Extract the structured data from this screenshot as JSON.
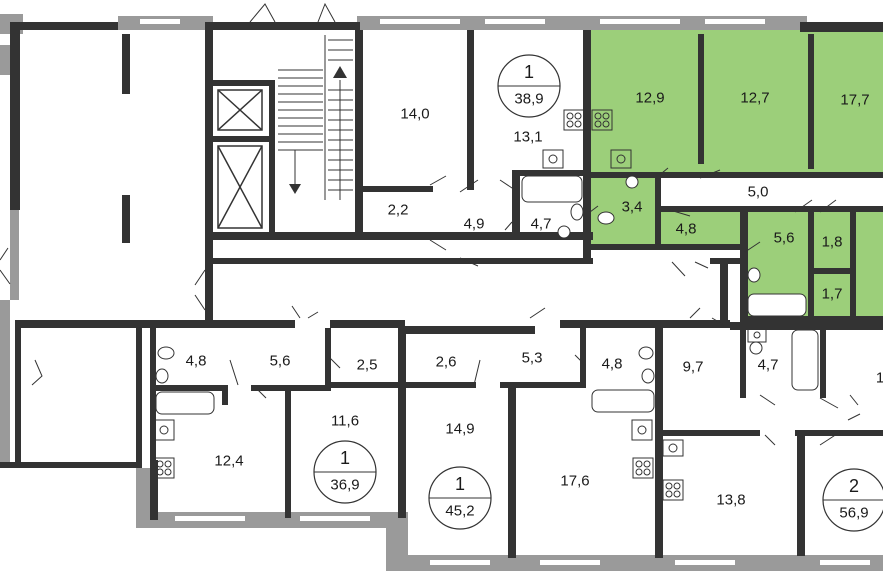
{
  "colors": {
    "wall": "#333333",
    "window": "#9a9a9a",
    "highlight": "#9ccf7a",
    "background": "#ffffff"
  },
  "rooms": {
    "a1": "12,9",
    "a2": "12,7",
    "a3": "17,7",
    "a4": "5,0",
    "a5": "3,4",
    "a6": "4,8",
    "a7": "5,6",
    "a8": "1,8",
    "a9": "1,7",
    "b1": "14,0",
    "b2": "13,1",
    "b3": "2,2",
    "b4": "4,9",
    "b5": "4,7",
    "c1": "4,8",
    "c2": "5,6",
    "c3": "2,5",
    "c4": "12,4",
    "c5": "11,6",
    "d1": "2,6",
    "d2": "5,3",
    "d3": "4,8",
    "d4": "14,9",
    "d5": "17,6",
    "e1": "9,7",
    "e2": "4,7",
    "e3": "13,8",
    "e4": "1"
  },
  "badges": {
    "b": {
      "rooms": "1",
      "area": "38,9"
    },
    "c": {
      "rooms": "1",
      "area": "36,9"
    },
    "d": {
      "rooms": "1",
      "area": "45,2"
    },
    "e": {
      "rooms": "2",
      "area": "56,9"
    }
  },
  "icons": [
    "stove-icon",
    "sink-icon",
    "bathtub-icon",
    "toilet-icon",
    "elevator-icon",
    "stairs-arrow-icon"
  ]
}
